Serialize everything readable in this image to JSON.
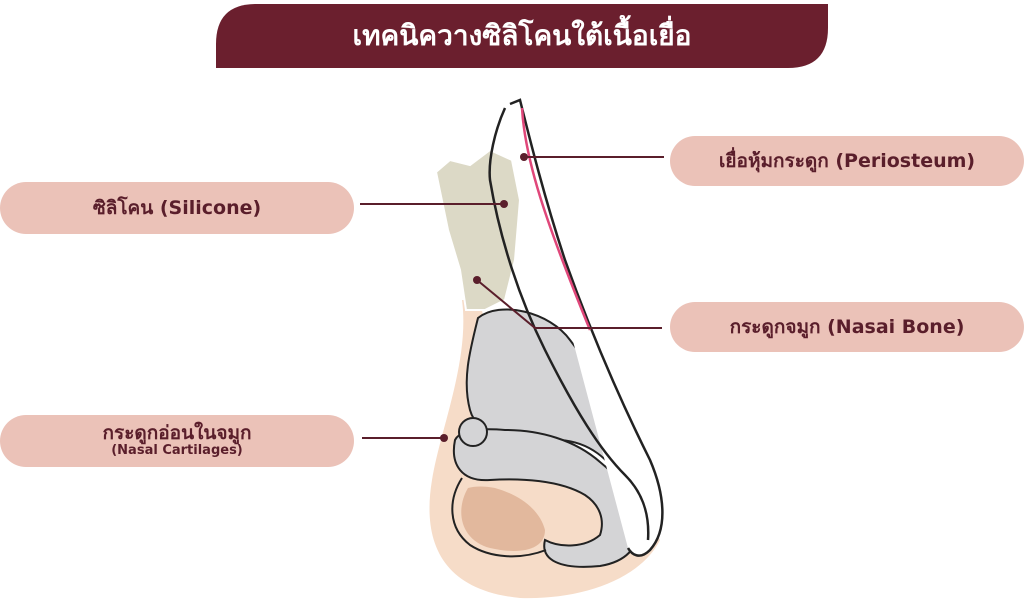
{
  "title": "เทคนิควางซิลิโคนใต้เนื้อเยื่อ",
  "labels": {
    "silicone": "ซิลิโคน (Silicone)",
    "periosteum": "เยื่อหุ้มกระดูก (Periosteum)",
    "nasal_bone": "กระดูกจมูก (Nasai Bone)",
    "cartilage_main": "กระดูกอ่อนในจมูก",
    "cartilage_sub": "(Nasal Cartilages)"
  },
  "colors": {
    "banner": "#6b1f2e",
    "label_bg": "#ebc2b8",
    "label_text": "#5a1e2b",
    "skin": "#f6dcc8",
    "silicone": "#dcd9c6",
    "bone": "#d4d4d6",
    "periosteum": "#e0477a",
    "leader": "#5a1e2b"
  }
}
